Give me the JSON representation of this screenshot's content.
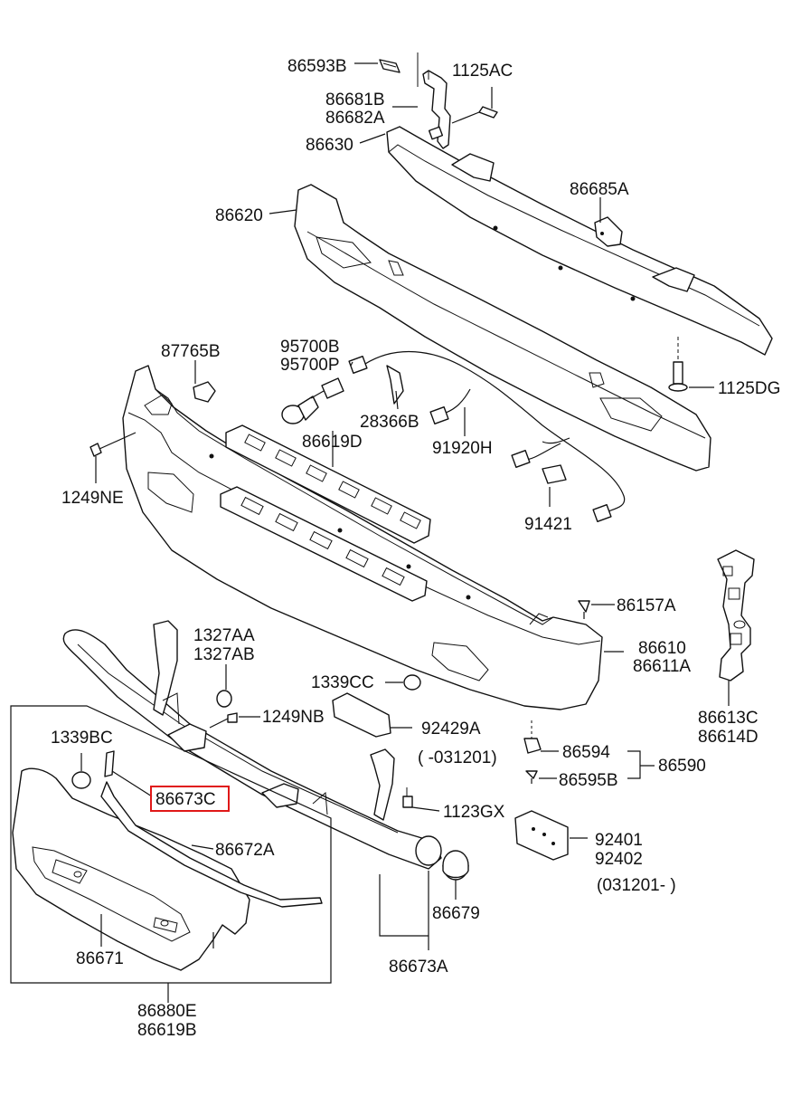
{
  "parts": {
    "p86593B": "86593B",
    "p1125AC": "1125AC",
    "p86681B": "86681B",
    "p86682A": "86682A",
    "p86630": "86630",
    "p86685A": "86685A",
    "p86620": "86620",
    "p87765B": "87765B",
    "p95700B": "95700B",
    "p95700P": "95700P",
    "p28366B": "28366B",
    "p86619D": "86619D",
    "p91920H": "91920H",
    "p1125DG": "1125DG",
    "p1249NE": "1249NE",
    "p91421": "91421",
    "p86157A": "86157A",
    "p86610": "86610",
    "p86611A": "86611A",
    "p86613C": "86613C",
    "p86614D": "86614D",
    "p1327AA": "1327AA",
    "p1327AB": "1327AB",
    "p1339CC": "1339CC",
    "p1249NB": "1249NB",
    "p92429A": "92429A",
    "p031201a": "( -031201)",
    "p86594": "86594",
    "p86590": "86590",
    "p86595B": "86595B",
    "p1339BC": "1339BC",
    "p86673C": "86673C",
    "p1123GX": "1123GX",
    "p86672A": "86672A",
    "p92401": "92401",
    "p92402": "92402",
    "p031201b": "(031201- )",
    "p86679": "86679",
    "p86671": "86671",
    "p86673A": "86673A",
    "p86880E": "86880E",
    "p86619B": "86619B"
  },
  "highlight_color": "#e01818",
  "line_color": "#111111"
}
